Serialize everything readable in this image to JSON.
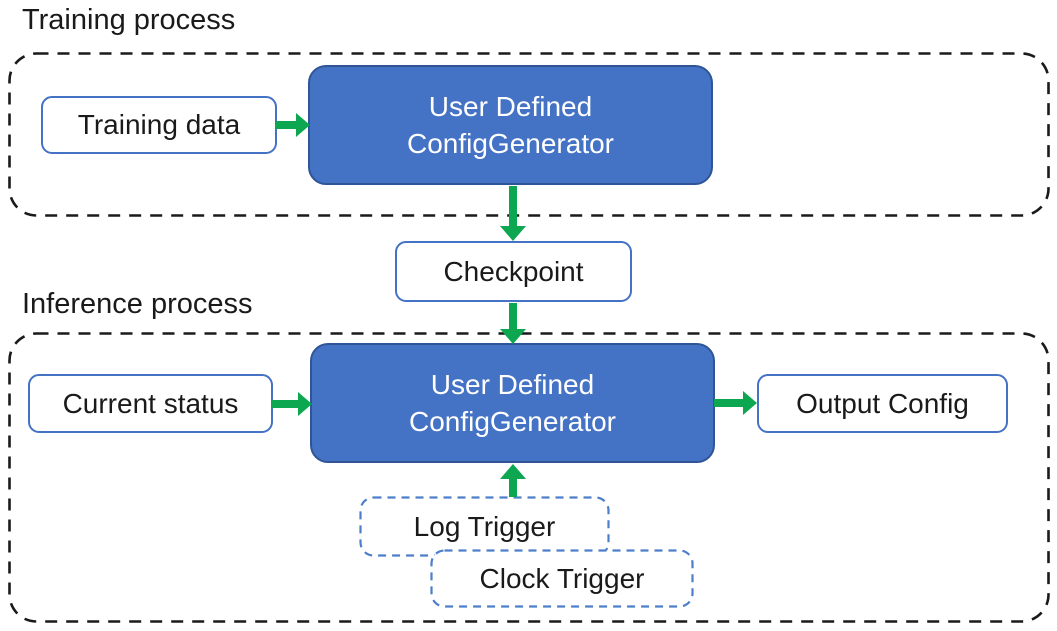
{
  "colors": {
    "background": "#ffffff",
    "container_dash": "#1a1a1a",
    "box_fill_blue": "#4472C4",
    "box_border_dark_blue": "#2F5597",
    "solid_border_blue": "#4472C4",
    "trigger_dash_blue": "#4d7ec9",
    "arrow_green": "#0ca750",
    "text_black": "#1a1a1a",
    "text_white": "#ffffff"
  },
  "training": {
    "label": "Training process",
    "input_box": "Training data",
    "generator": {
      "line1": "User Defined",
      "line2": "ConfigGenerator"
    }
  },
  "checkpoint": {
    "label": "Checkpoint"
  },
  "inference": {
    "label": "Inference process",
    "input_box": "Current status",
    "generator": {
      "line1": "User Defined",
      "line2": "ConfigGenerator"
    },
    "output_box": "Output Config",
    "triggers": [
      "Log Trigger",
      "Clock Trigger"
    ]
  }
}
